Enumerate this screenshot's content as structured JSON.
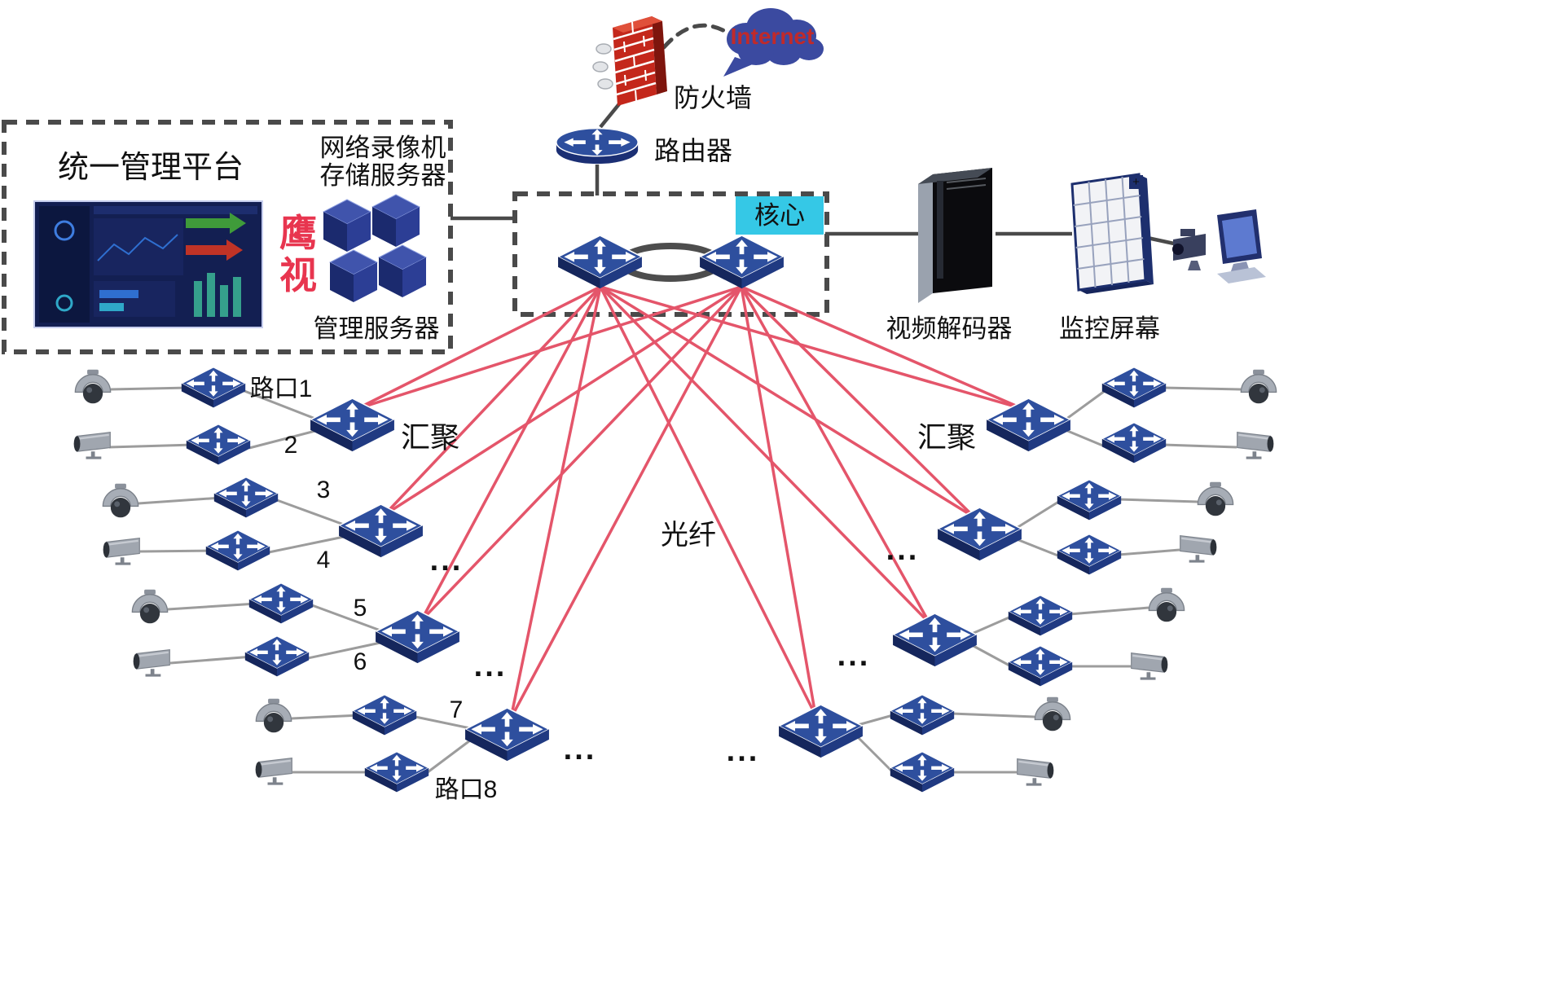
{
  "colors": {
    "switch_blue": "#2e4f9e",
    "switch_dark_blue": "#15265c",
    "fiber_red": "#e4556a",
    "link_gray": "#9c9c9c",
    "outline_dark": "#4a4a4a",
    "core_cyan": "#35c8e6",
    "brand_red": "#e8354f",
    "firewall_red": "#c4271b",
    "cloud_blue": "#3b4aa0",
    "internet_text_red": "#c02a2a"
  },
  "top": {
    "internet_label": "Internet",
    "firewall_label": "防火墙",
    "router_label": "路由器",
    "core_label": "核心"
  },
  "management_platform": {
    "title": "统一管理平台",
    "nvr_label_line1": "网络录像机",
    "nvr_label_line2": "存储服务器",
    "brand_char_top": "鹰",
    "brand_char_bottom": "视",
    "server_label": "管理服务器"
  },
  "output_devices": {
    "decoder_label": "视频解码器",
    "screen_label": "监控屏幕",
    "screen_plus": "+"
  },
  "links": {
    "fiber_label": "光纤"
  },
  "access_left": {
    "aggregation_label": "汇聚",
    "port_labels": [
      "路口1",
      "2",
      "3",
      "4",
      "5",
      "6",
      "7",
      "路口8"
    ],
    "ellipsis": "..."
  },
  "access_right": {
    "aggregation_label": "汇聚",
    "ellipsis": "..."
  }
}
